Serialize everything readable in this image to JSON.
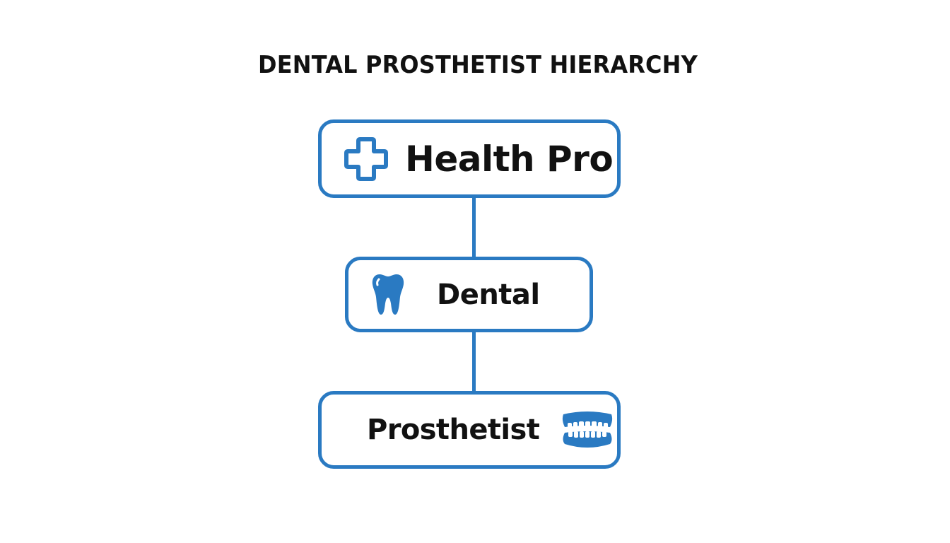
{
  "title": "DENTAL PROSTHETIST HIERARCHY",
  "accent_color": "#2a7ac2",
  "text_color": "#111111",
  "nodes": [
    {
      "label": "Health Pro",
      "icon": "medical-cross-icon"
    },
    {
      "label": "Dental",
      "icon": "tooth-icon"
    },
    {
      "label": "Prosthetist",
      "icon": "dentures-icon"
    }
  ]
}
